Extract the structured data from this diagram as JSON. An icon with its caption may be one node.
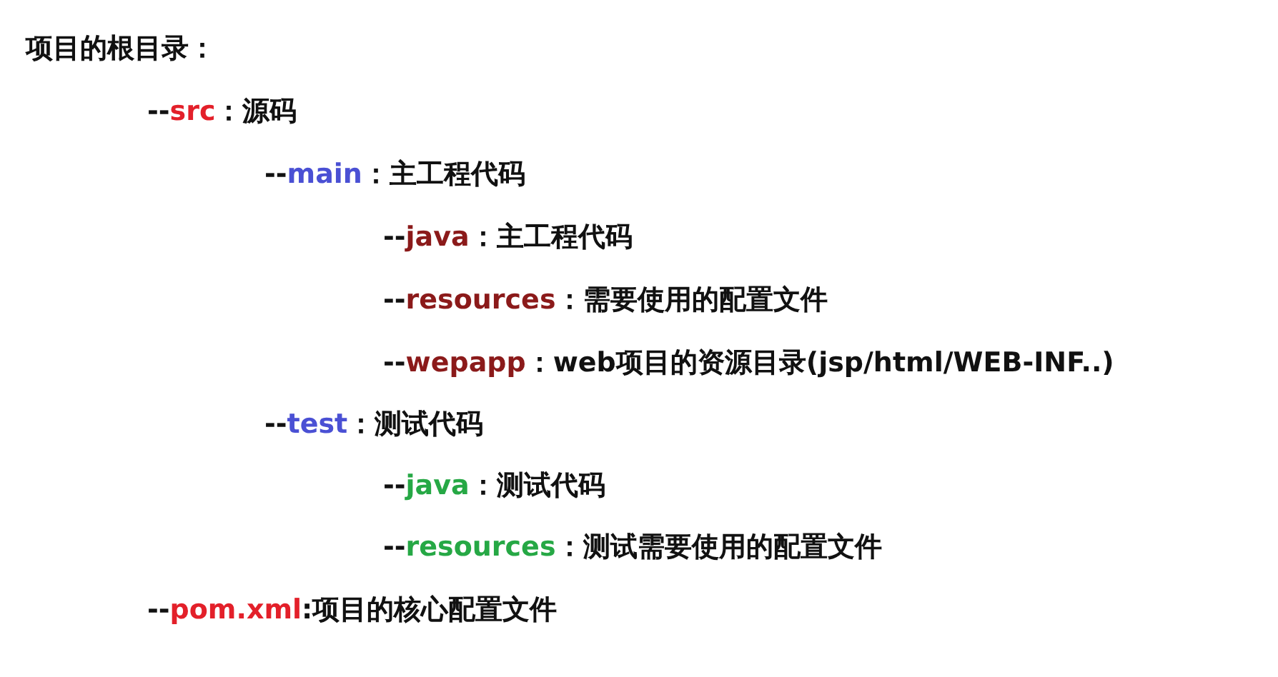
{
  "diagram": {
    "title": "项目的根目录：",
    "labels": [
      "--**src**：源码",
      "--**main**：主工程代码",
      "--**java**：主工程代码",
      "--**resources**：需要使用的配置文件",
      "--**wepapp**：web项目的资源目录(jsp/html/WEB-INF..)",
      "--**test**：测试代码",
      "--**java**：测试代码",
      "--**resources**：测试需要使用的配置文件",
      "--**pom.xml**:项目的核心配置文件"
    ]
  }
}
